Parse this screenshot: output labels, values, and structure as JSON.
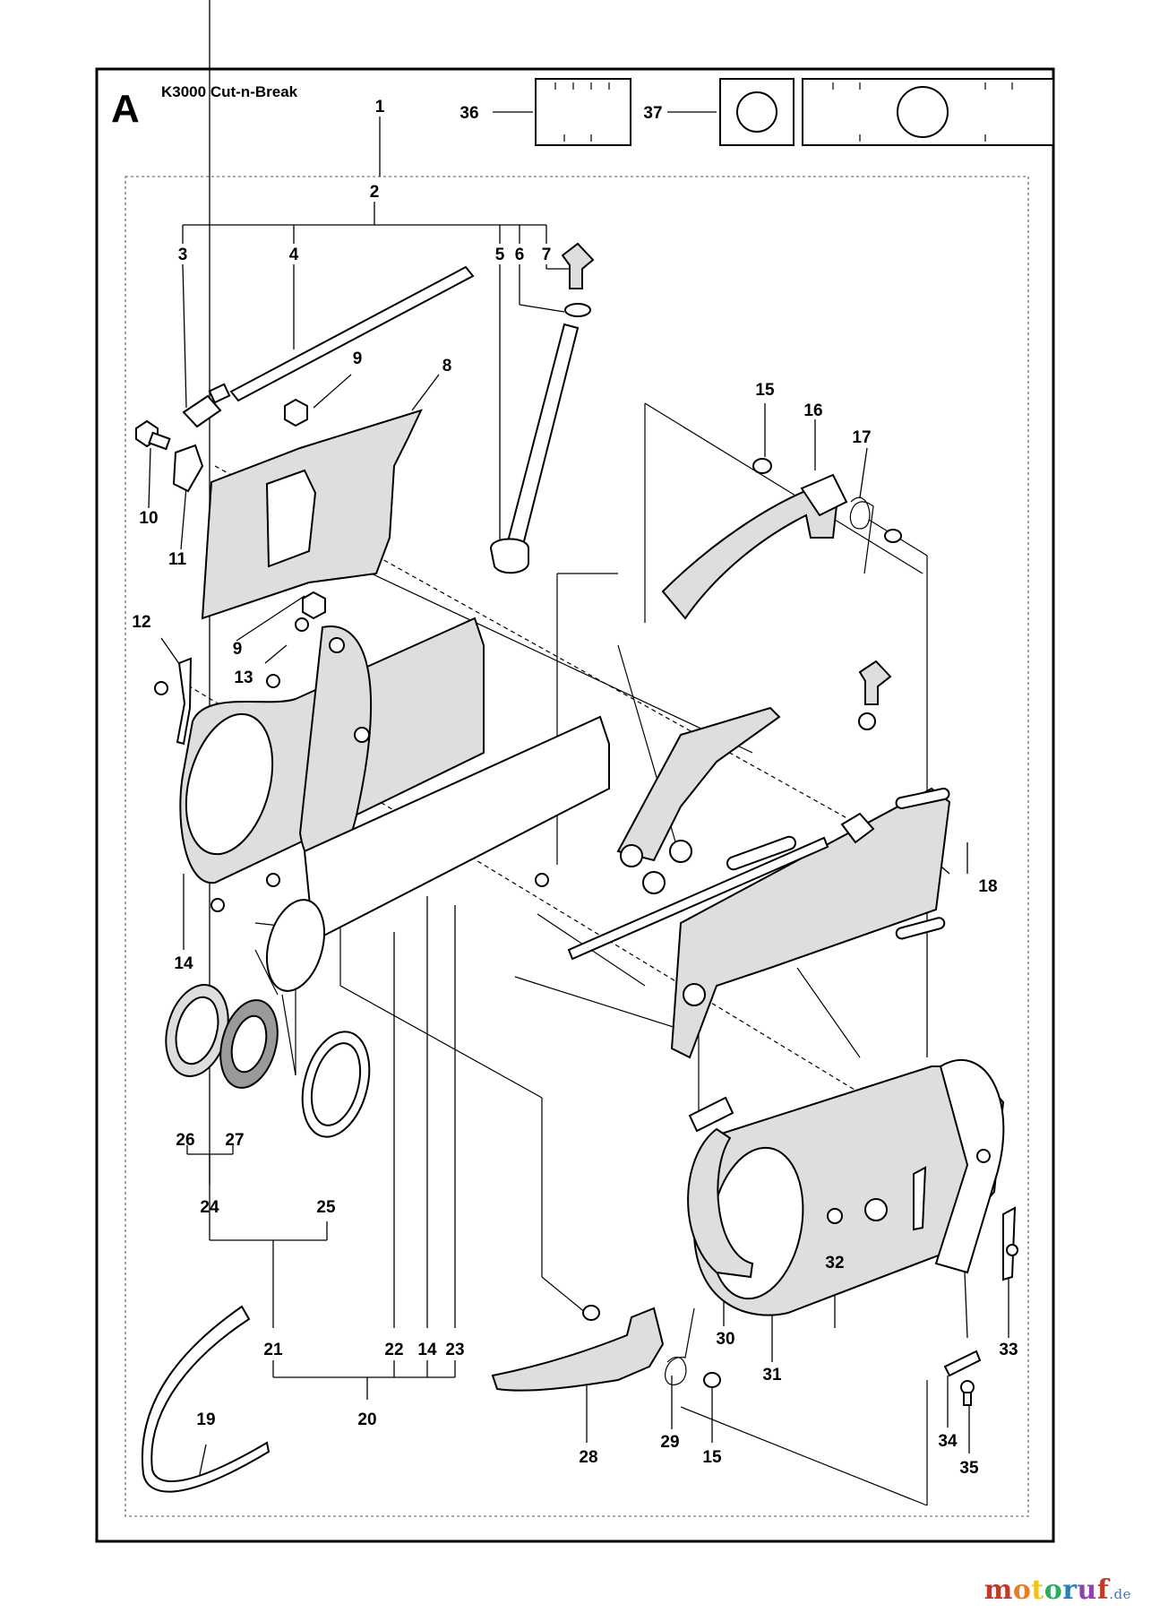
{
  "diagram": {
    "section_letter": "A",
    "model_title": "K3000 Cut-n-Break",
    "watermark": {
      "brand": "motoruf",
      "domain": ".de",
      "colors": [
        "#c0392b",
        "#e67e22",
        "#f1c40f",
        "#27ae60",
        "#2980b9",
        "#8e44ad",
        "#c0392b"
      ]
    },
    "part_labels": [
      "1",
      "2",
      "3",
      "4",
      "5",
      "6",
      "7",
      "8",
      "9",
      "10",
      "11",
      "9",
      "12",
      "13",
      "14",
      "15",
      "16",
      "17",
      "18",
      "36",
      "37",
      "26",
      "27",
      "24",
      "25",
      "21",
      "22",
      "14",
      "23",
      "20",
      "19",
      "28",
      "29",
      "15",
      "30",
      "31",
      "32",
      "33",
      "34",
      "35"
    ]
  }
}
